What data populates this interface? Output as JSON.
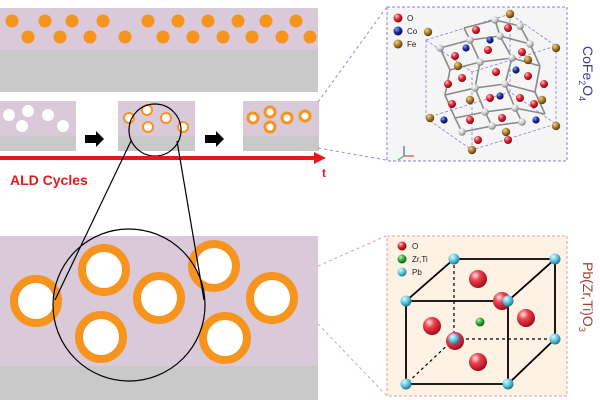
{
  "axis": {
    "label": "ALD Cycles",
    "end_symbol": "t",
    "color": "#e31a1c"
  },
  "crystal_top": {
    "formula_main": "CoFe",
    "formula_sub1": "2",
    "formula_mid": "O",
    "formula_sub2": "4",
    "legend": [
      {
        "label": "O",
        "color": "#e0102a",
        "icon": "red-sphere"
      },
      {
        "label": "Co",
        "color": "#1a2a9c",
        "icon": "blue-sphere"
      },
      {
        "label": "Fe",
        "color": "#a87a28",
        "icon": "bronze-sphere"
      }
    ]
  },
  "crystal_bottom": {
    "formula_main": "Pb(Zr,Ti)O",
    "formula_sub": "3",
    "legend": [
      {
        "label": "O",
        "color": "#e0102a",
        "icon": "red-sphere"
      },
      {
        "label": "Zr,Ti",
        "color": "#2ea836",
        "icon": "green-sphere"
      },
      {
        "label": "Pb",
        "color": "#5cc6de",
        "icon": "cyan-sphere"
      }
    ]
  },
  "colors": {
    "film": "#d8c8d8",
    "substrate": "#c8c8c8",
    "particle": "#f7941d",
    "arrow": "#000000"
  }
}
